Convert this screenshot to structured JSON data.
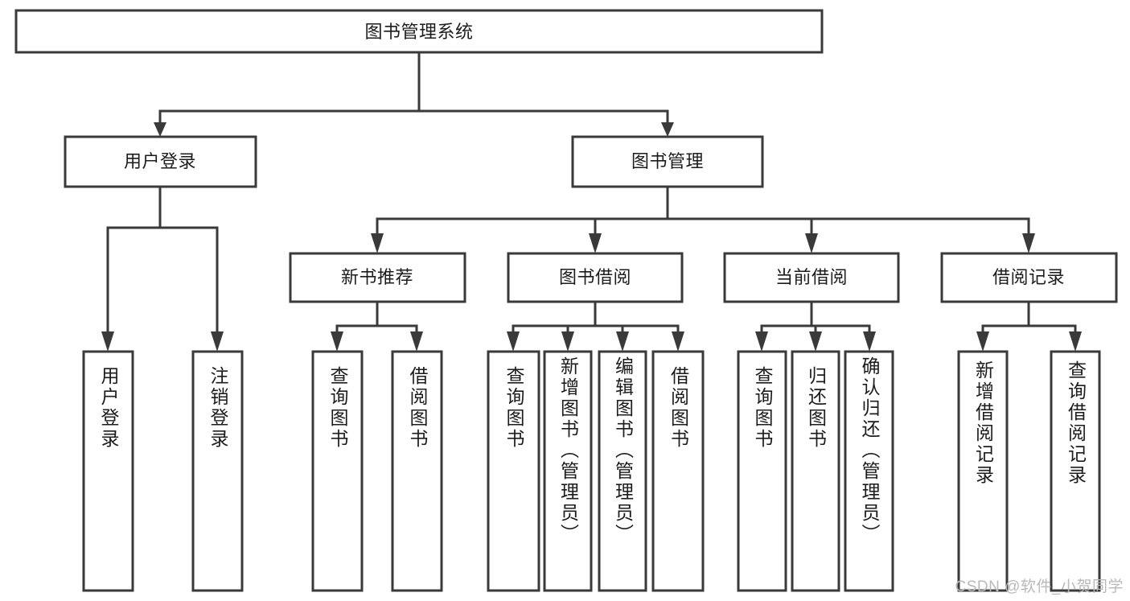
{
  "diagram": {
    "type": "tree",
    "title": "图书管理系统",
    "watermark": "CSDN @软件_小贺同学",
    "colors": {
      "box_stroke": "#3a3a3a",
      "box_fill": "#ffffff",
      "text": "#1c1c1c",
      "background": "#ffffff",
      "watermark": "#b9b9b9"
    },
    "nodes": {
      "root": {
        "label": "图书管理系统"
      },
      "level2": [
        {
          "label": "用户登录"
        },
        {
          "label": "图书管理"
        }
      ],
      "level3": [
        {
          "label": "新书推荐"
        },
        {
          "label": "图书借阅"
        },
        {
          "label": "当前借阅"
        },
        {
          "label": "借阅记录"
        }
      ],
      "leaves": [
        {
          "label": "用户登录"
        },
        {
          "label": "注销登录"
        },
        {
          "label": "查询图书"
        },
        {
          "label": "借阅图书"
        },
        {
          "label": "查询图书"
        },
        {
          "label": "新增图书（管理员）"
        },
        {
          "label": "编辑图书（管理员）"
        },
        {
          "label": "借阅图书"
        },
        {
          "label": "查询图书"
        },
        {
          "label": "归还图书"
        },
        {
          "label": "确认归还（管理员）"
        },
        {
          "label": "新增借阅记录"
        },
        {
          "label": "查询借阅记录"
        }
      ]
    },
    "edges": [
      {
        "from": "图书管理系统",
        "to": "用户登录"
      },
      {
        "from": "图书管理系统",
        "to": "图书管理"
      },
      {
        "from": "用户登录",
        "to": "用户登录"
      },
      {
        "from": "用户登录",
        "to": "注销登录"
      },
      {
        "from": "图书管理",
        "to": "新书推荐"
      },
      {
        "from": "图书管理",
        "to": "图书借阅"
      },
      {
        "from": "图书管理",
        "to": "当前借阅"
      },
      {
        "from": "图书管理",
        "to": "借阅记录"
      },
      {
        "from": "新书推荐",
        "to": "查询图书"
      },
      {
        "from": "新书推荐",
        "to": "借阅图书"
      },
      {
        "from": "图书借阅",
        "to": "查询图书"
      },
      {
        "from": "图书借阅",
        "to": "新增图书（管理员）"
      },
      {
        "from": "图书借阅",
        "to": "编辑图书（管理员）"
      },
      {
        "from": "图书借阅",
        "to": "借阅图书"
      },
      {
        "from": "当前借阅",
        "to": "查询图书"
      },
      {
        "from": "当前借阅",
        "to": "归还图书"
      },
      {
        "from": "当前借阅",
        "to": "确认归还（管理员）"
      },
      {
        "from": "借阅记录",
        "to": "新增借阅记录"
      },
      {
        "from": "借阅记录",
        "to": "查询借阅记录"
      }
    ]
  }
}
